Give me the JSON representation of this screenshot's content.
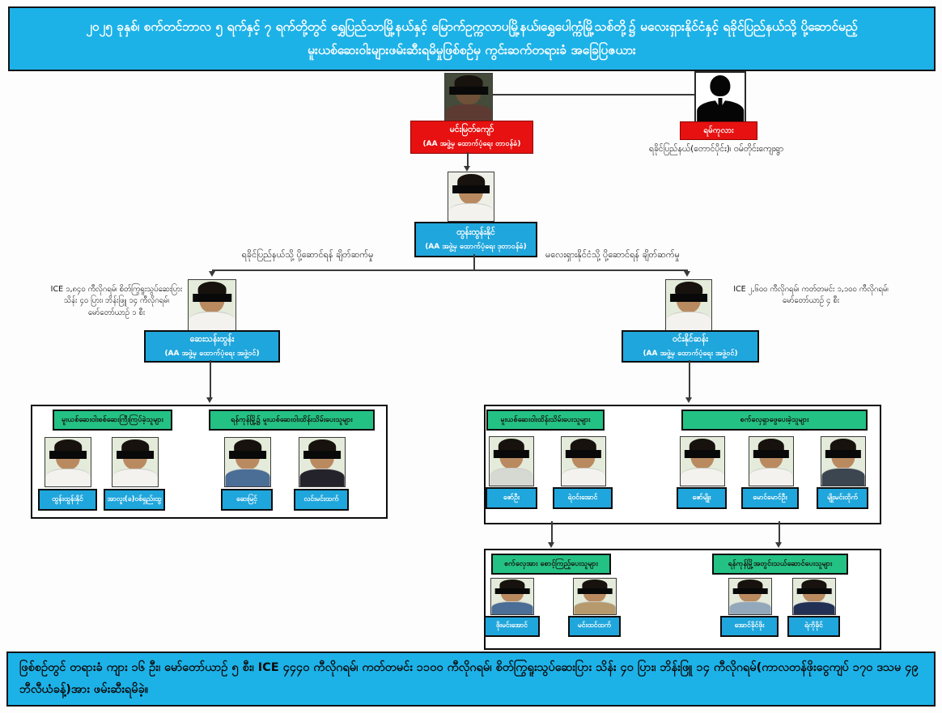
{
  "theme": {
    "banner_cyan": "#1CB2E8",
    "label_red": "#E81111",
    "label_blue": "#1FA6DC",
    "header_green": "#23C184",
    "line_color": "#3a3a3a"
  },
  "banner": {
    "line1": "၂၀၂၅ ခုနှစ်၊ စက်တင်ဘာလ ၅ ရက်နှင့် ၇ ရက်တို့တွင် ရွှေပြည်သာမြို့နယ်နှင့် မြောက်ဥက္ကလာပမြို့နယ်၊ရွှေပေါက္ကံမြို့သစ်တို့၌ မလေးရှားနိုင်ငံနှင့် ရခိုင်ပြည်နယ်သို့ ပို့ဆောင်မည့်",
    "line2": "မူးယစ်ဆေးဝါးများဖမ်းဆီးရမိမှုဖြစ်စဉ်မှ ကွင်းဆက်တရားခံ အခြေပြဇယား"
  },
  "nodes": {
    "kingpin": {
      "name": "မင်းမြတ်ကျော်",
      "role": "(AA အဖွဲ့မှ ထောက်ပံ့ရေး တာဝန်ခံ)"
    },
    "associate": {
      "name": "ရမ်ကုလား",
      "location": "ရခိုင်ပြည်နယ်(တောင်ပိုင်း)၊ ဝမ်တိုင်းကျေးရွာ"
    },
    "deputy": {
      "name": "ထွန်းထွန်းနိုင်",
      "role": "(AA အဖွဲ့မှ ထောက်ပံ့ရေး ဒုတာဝန်ခံ)"
    },
    "left": {
      "branch_label": "ရခိုင်ပြည်နယ်သို့ ပို့ဆောင်ရန် ချိတ်ဆက်မှု",
      "seizure1": "ICE ၁,၈၄၀ ကီလိုဂရမ်၊ စိတ်ကြွရူးသွပ်ဆေးပြား",
      "seizure2": "သိန်း ၄၀ ပြား၊ ဘိန်းဖြူ ၁၄ ကီလိုဂရမ်၊",
      "seizure3": "မော်တော်ယာဉ် ၁ စီး",
      "name": "ဆေးသန်းထွန်း",
      "role": "(AA အဖွဲ့မှ ထောက်ပံ့ရေး အဖွဲ့ဝင်)"
    },
    "right": {
      "branch_label": "မလေးရှားနိုင်ငံသို့ ပို့ဆောင်ရန် ချိတ်ဆက်မှု",
      "seizure1": "ICE ၂,၆၀၀ ကီလိုဂရမ်၊ ကတ်တမင်း ၁,၁၀၀ ကီလိုဂရမ်၊",
      "seizure2": "မော်တော်ယာဉ် ၄ စီး",
      "name": "ဝင်းနိုင်ဆန်း",
      "role": "(AA အဖွဲ့မှ ထောက်ပံ့ရေး အဖွဲ့ဝင်)"
    }
  },
  "left_box": {
    "sections": [
      {
        "header": "မူးယစ်ဆေးဝါးစစ်ဆေးကြီးကြပ်ခဲ့သူများ",
        "members": [
          {
            "name": "ထွန်းထွန်းနိုင်"
          },
          {
            "name": "အာလူး(ခ)ဝစ်ရှည်းထွ"
          }
        ]
      },
      {
        "header": "ရန်ကုန်မြို့၌ မူးယစ်ဆေးဝါးထိန်းသိမ်းပေးသူများ",
        "members": [
          {
            "name": "ဆေးမြင့်"
          },
          {
            "name": "လင်းမင်းထက်"
          }
        ]
      }
    ]
  },
  "right_box": {
    "sections": [
      {
        "header": "မူးယစ်ဆေးဝါးထိန်းသိမ်းပေးသူများ",
        "members": [
          {
            "name": "ဇော်ဦး"
          },
          {
            "name": "ရဲဝင်းအောင်"
          }
        ]
      },
      {
        "header": "စက်လှေရှာဖွေပေးခဲ့သူများ",
        "members": [
          {
            "name": "ဇော်မျိုး"
          },
          {
            "name": "မောင်မောင်ဦး"
          },
          {
            "name": "မျိုးမင်းထိုက်"
          }
        ]
      }
    ]
  },
  "bottom_box": {
    "sections": [
      {
        "header": "စက်လှေအား စောင့်ကြည့်ပေးသူများ",
        "members": [
          {
            "name": "ဖိုးမင်းအောင်"
          },
          {
            "name": "မင်းထင်ထက်"
          }
        ]
      },
      {
        "header": "ရန်ကုန်မြို့အတွင်းသယ်ဆောင်ပေးသူများ",
        "members": [
          {
            "name": "အောင်ခိုင်ဖိုး"
          },
          {
            "name": "ရဲကိုခိုင်"
          }
        ]
      }
    ]
  },
  "footer": {
    "line1": "ဖြစ်စဉ်တွင် တရားခံ ကျား ၁၆ ဦး၊ မော်တော်ယာဉ် ၅ စီး၊  ICE ၄၄၄၀ ကီလိုဂရမ်၊ ကတ်တမင်း ၁၁၀၀ ကီလိုဂရမ်၊ စိတ်ကြွရူးသွပ်ဆေးပြား သိန်း ၄၀ ပြား၊ ဘိန်းဖြူ ၁၄ ကီလိုဂရမ်(ကာလတန်ဖိုးငွေကျပ် ၁၇၀ ဒသမ ၄၉",
    "line2": "ဘီလီယံခန့်)အား ဖမ်းဆီးရမိခဲ့။"
  }
}
